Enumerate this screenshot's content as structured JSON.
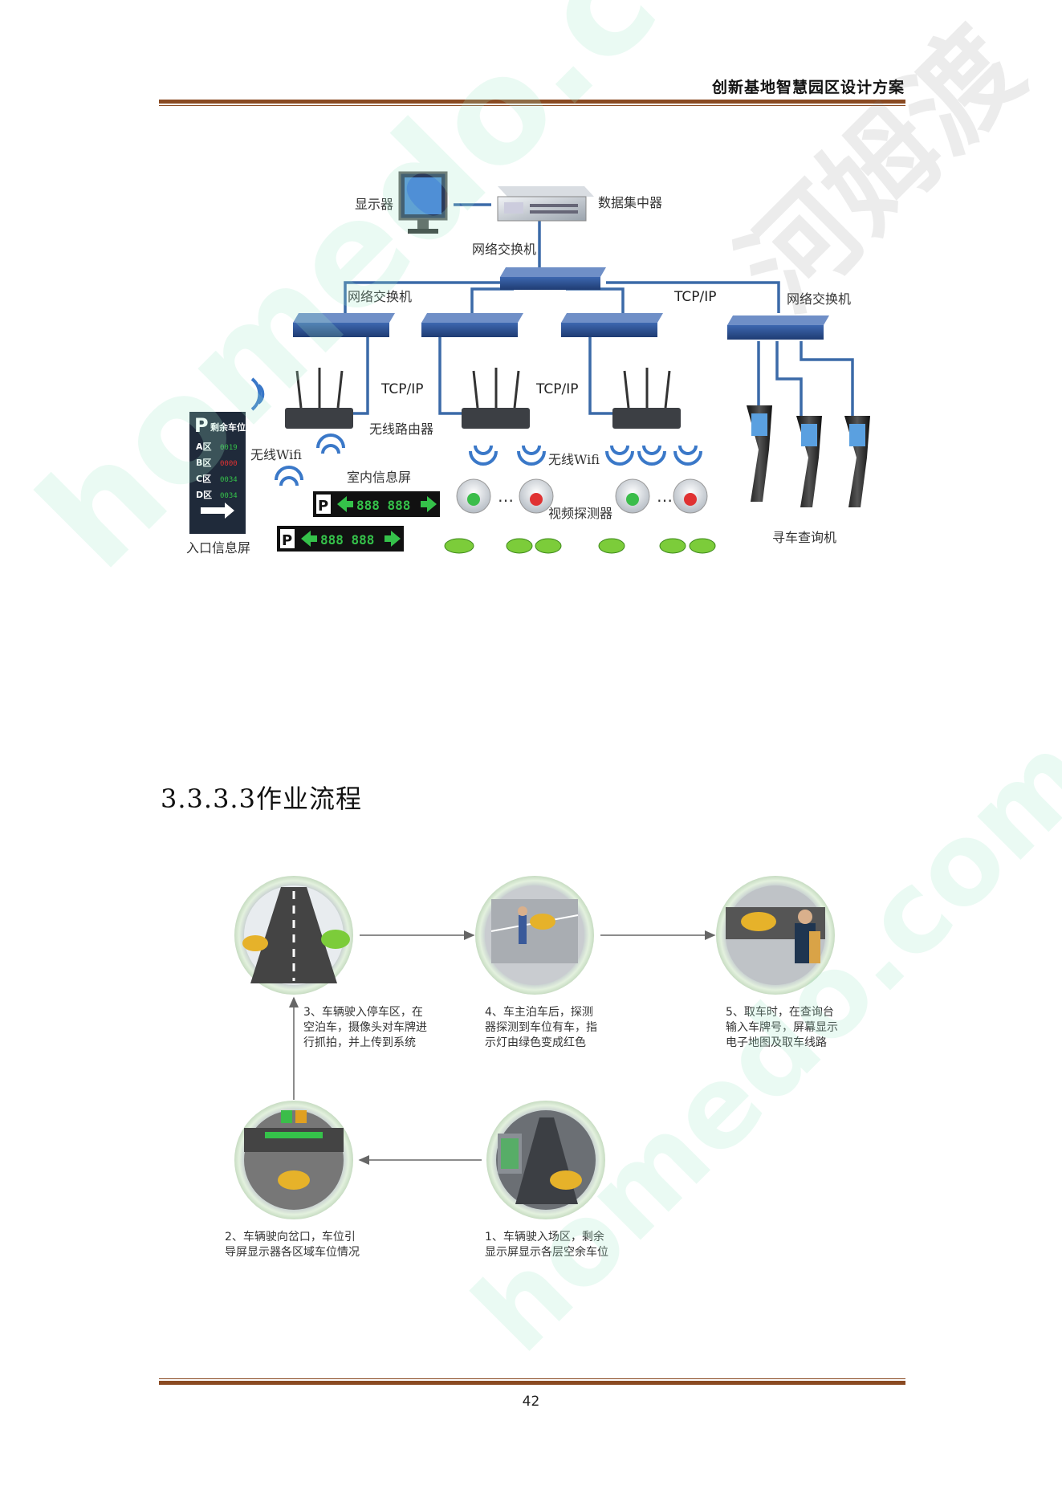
{
  "header": {
    "title": "创新基地智慧园区设计方案"
  },
  "diagram": {
    "labels": {
      "monitor": "显示器",
      "data_concentrator": "数据集中器",
      "switch_top": "网络交换机",
      "switch_left": "网络交换机",
      "switch_right": "网络交换机",
      "tcpip_top": "TCP/IP",
      "tcpip_left": "TCP/IP",
      "tcpip_mid": "TCP/IP",
      "wireless_router": "无线路由器",
      "wifi_left": "无线Wifi",
      "wifi_mid": "无线Wifi",
      "indoor_screen": "室内信息屏",
      "video_detector": "视频探测器",
      "car_finder": "寻车查询机",
      "entrance_screen": "入口信息屏"
    },
    "entrance_panel": {
      "title": "剩余车位",
      "rows": [
        {
          "zone": "A区",
          "value": "0019"
        },
        {
          "zone": "B区",
          "value": "0000"
        },
        {
          "zone": "C区",
          "value": "0034"
        },
        {
          "zone": "D区",
          "value": "0034"
        }
      ]
    },
    "led_text": "888  888"
  },
  "section": {
    "heading": "3.3.3.3作业流程"
  },
  "flow": {
    "steps": [
      {
        "num": "3",
        "lines": [
          "3、车辆驶入停车区，在",
          "空泊车，摄像头对车牌进",
          "行抓拍，并上传到系统"
        ]
      },
      {
        "num": "4",
        "lines": [
          "4、车主泊车后，探测",
          "器探测到车位有车，指",
          "示灯由绿色变成红色"
        ]
      },
      {
        "num": "5",
        "lines": [
          "5、取车时，在查询台",
          "输入车牌号，屏幕显示",
          "电子地图及取车线路"
        ]
      },
      {
        "num": "2",
        "lines": [
          "2、车辆驶向岔口，车位引",
          "导屏显示器各区域车位情况"
        ]
      },
      {
        "num": "1",
        "lines": [
          "1、车辆驶入场区，剩余",
          "显示屏显示各层空余车位"
        ]
      }
    ]
  },
  "footer": {
    "page_number": "42"
  },
  "watermark": {
    "text_latin": "homedo.com",
    "text_cn": "河姆渡"
  },
  "colors": {
    "rule": "#8a4a22",
    "line": "#3b6aa8",
    "switch": "#2b4f8c",
    "led_green": "#35c24a"
  }
}
